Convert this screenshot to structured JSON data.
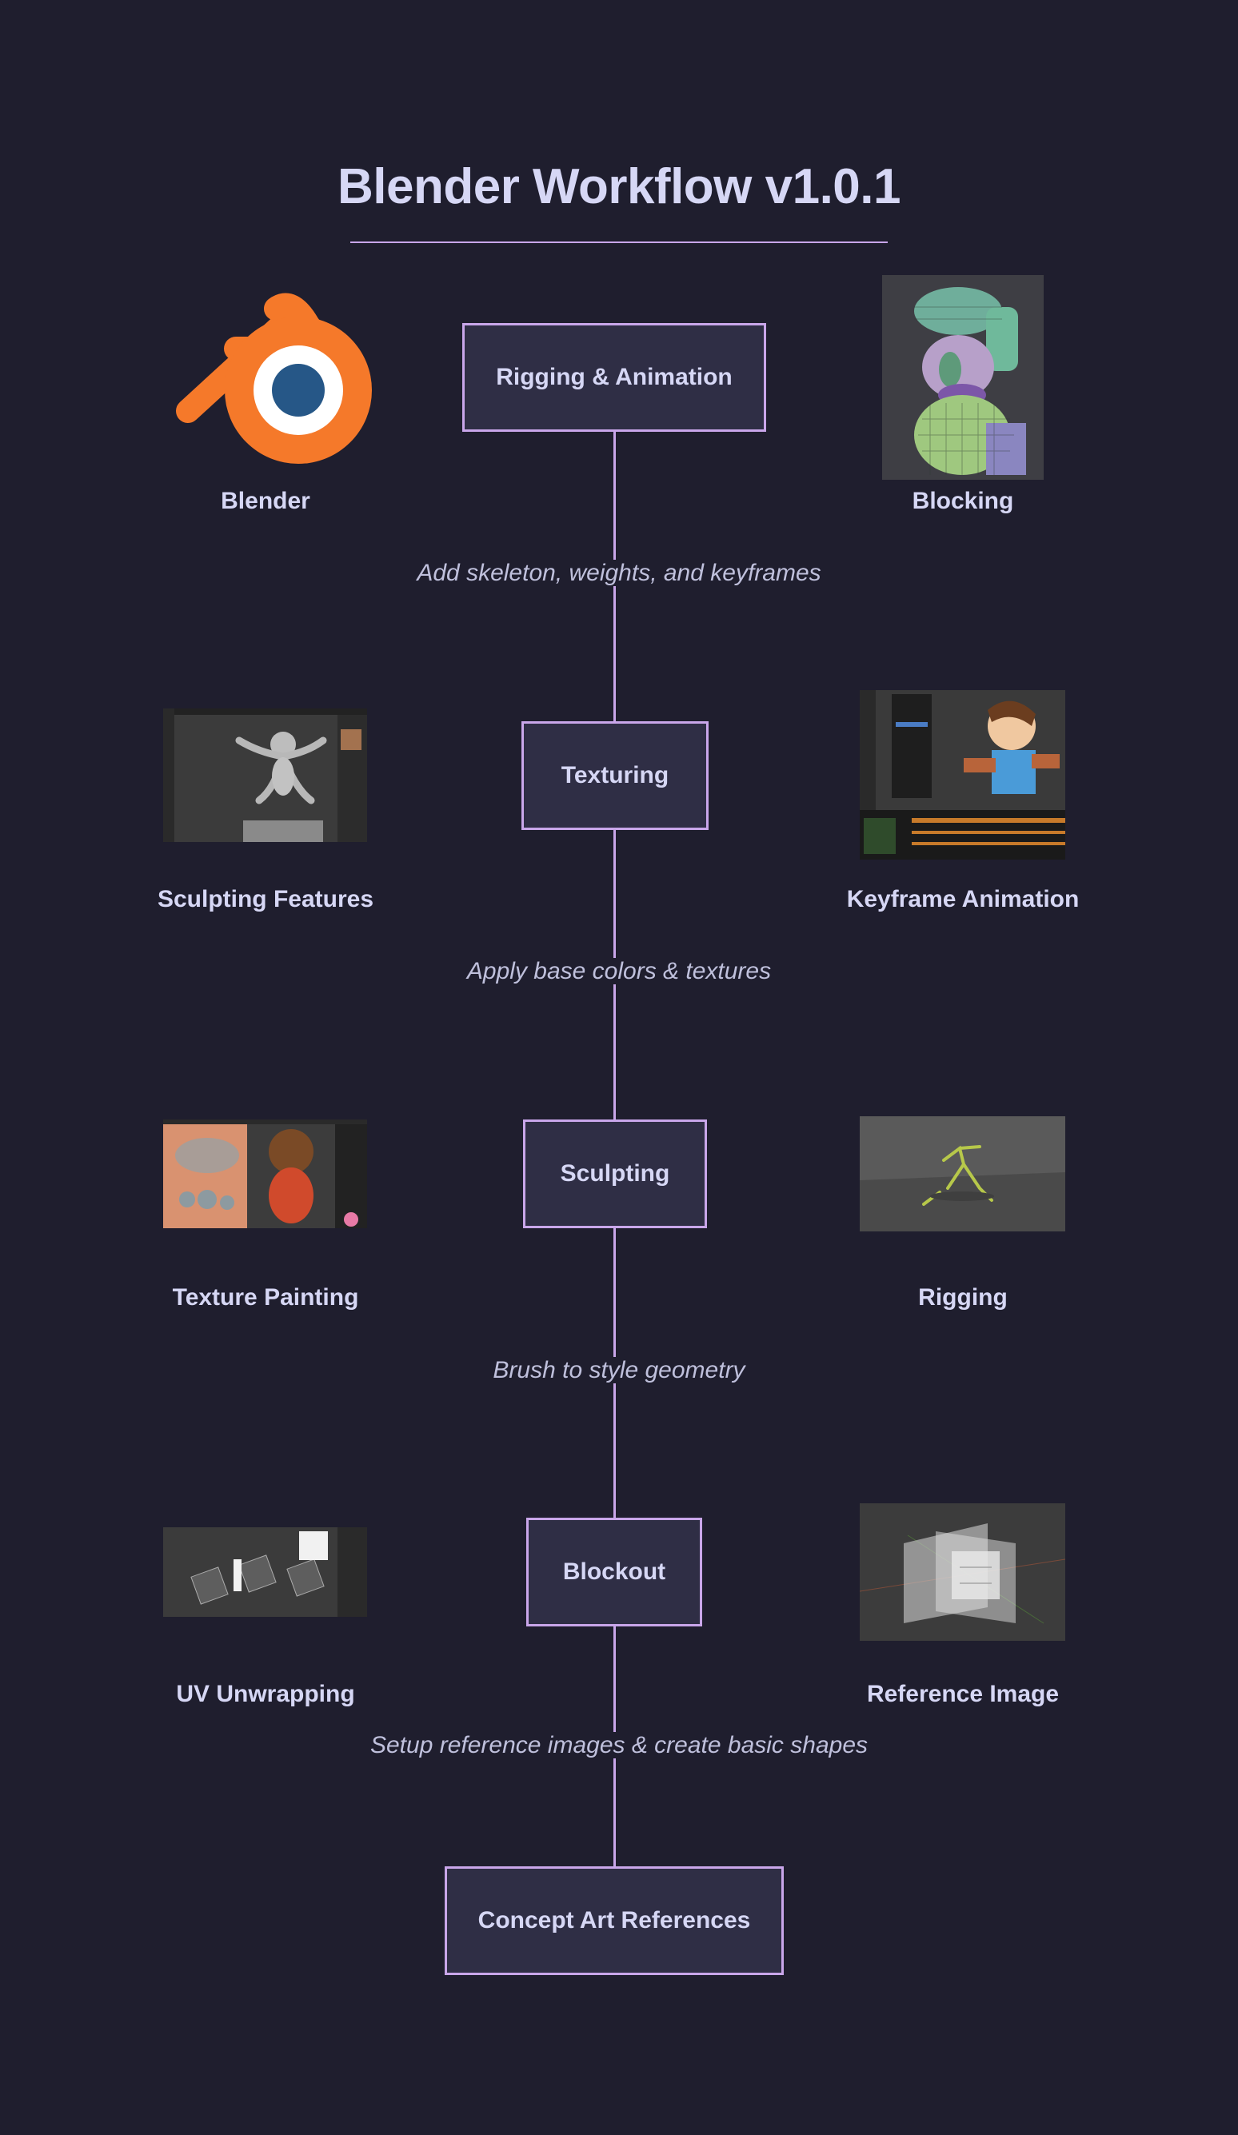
{
  "title": "Blender Workflow v1.0.1",
  "colors": {
    "background": "#1f1e2e",
    "accent": "#c9a6ea",
    "box_fill": "#2f2e45",
    "text": "#d6d7f5",
    "blender_orange": "#f5792a",
    "blender_blue": "#265787"
  },
  "stages": {
    "rigging_animation": "Rigging & Animation",
    "texturing": "Texturing",
    "sculpting": "Sculpting",
    "blockout": "Blockout",
    "concept": "Concept Art References"
  },
  "notes": {
    "rigging_animation": "Add skeleton, weights, and keyframes",
    "texturing": "Apply base colors & textures",
    "sculpting": "Brush to style geometry",
    "blockout": "Setup reference images & create basic shapes"
  },
  "captions": {
    "blender": "Blender",
    "blocking": "Blocking",
    "sculpting_features": "Sculpting Features",
    "keyframe_animation": "Keyframe Animation",
    "texture_painting": "Texture Painting",
    "rigging": "Rigging",
    "uv_unwrapping": "UV Unwrapping",
    "reference_image": "Reference Image"
  }
}
